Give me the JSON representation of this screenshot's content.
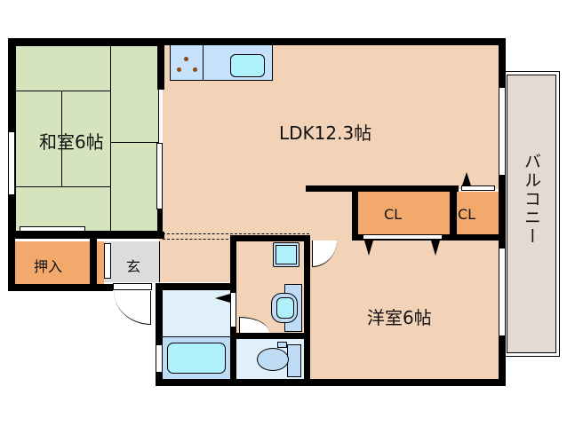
{
  "floorplan": {
    "rooms": {
      "washitsu": {
        "label": "和室6帖",
        "color": "#d6e4bd"
      },
      "ldk": {
        "label": "LDK12.3帖",
        "color": "#f2d3b7"
      },
      "yoshitsu": {
        "label": "洋室6帖",
        "color": "#f2d3b7"
      },
      "oshiire": {
        "label": "押入",
        "color": "#f2a96b"
      },
      "genkan": {
        "label": "玄",
        "color": "#dcdcdc"
      },
      "closet1": {
        "label": "CL",
        "color": "#f2a96b"
      },
      "closet2": {
        "label": "CL",
        "color": "#f2a96b"
      },
      "balcony": {
        "label": "バルコニー",
        "color": "#e5dad1"
      },
      "bath": {
        "color": "#bfdcf7"
      },
      "washroom": {
        "color": "#dff0fb"
      },
      "toilet": {
        "color": "#dff0fb"
      }
    },
    "colors": {
      "wall": "#000000",
      "kitchen_counter": "#c6e1fb",
      "fixture_fill": "#aef1fb",
      "burner": "#8b4a16"
    }
  }
}
